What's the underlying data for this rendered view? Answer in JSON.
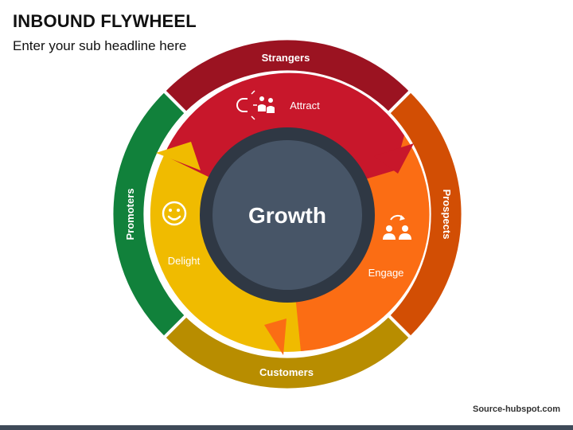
{
  "header": {
    "title": "INBOUND FLYWHEEL",
    "subtitle": "Enter your sub headline here"
  },
  "footer": {
    "source": "Source-hubspot.com"
  },
  "colors": {
    "strangers": "#9b1321",
    "prospects": "#d24e04",
    "customers": "#b88d00",
    "promoters": "#11813b",
    "attract": "#c8172b",
    "engage": "#fb6d14",
    "delight": "#f0bb00",
    "hub_outer": "#2f3844",
    "hub_inner": "#475567",
    "bottom_bar": "#3f4a59"
  },
  "outer_ring": {
    "strangers": "Strangers",
    "prospects": "Prospects",
    "customers": "Customers",
    "promoters": "Promoters"
  },
  "segments": {
    "attract": "Attract",
    "engage": "Engage",
    "delight": "Delight"
  },
  "hub": {
    "label": "Growth"
  },
  "icons": {
    "attract": "magnet-people-icon",
    "engage": "people-exchange-icon",
    "delight": "smiley-icon"
  }
}
